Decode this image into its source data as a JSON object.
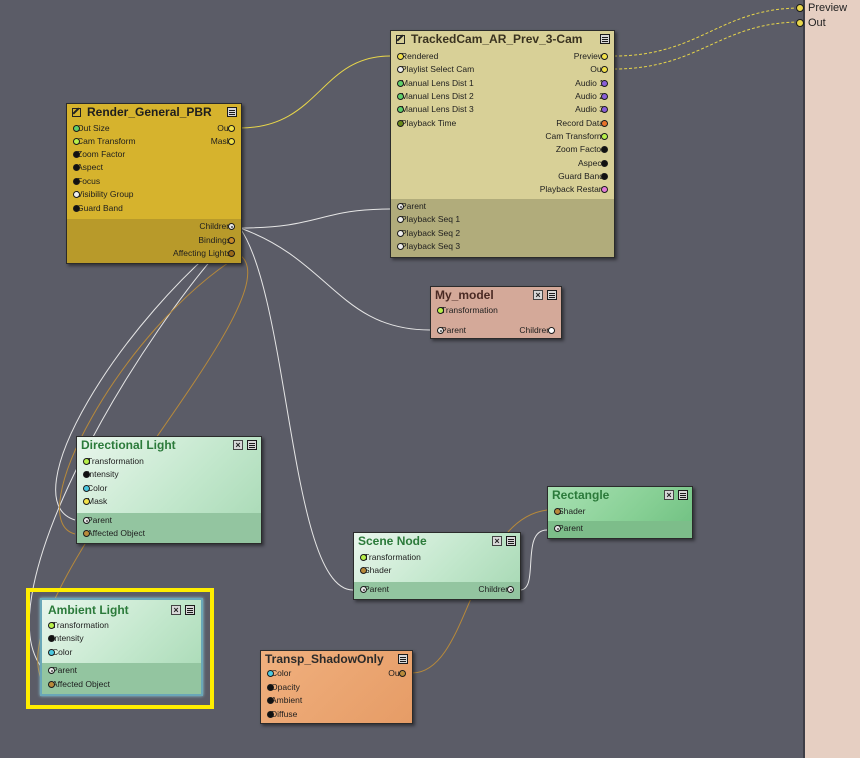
{
  "external_outputs": [
    {
      "label": "Preview"
    },
    {
      "label": "Out"
    }
  ],
  "nodes": {
    "render_general": {
      "title": "Render_General_PBR",
      "inputs": [
        "Out Size",
        "Cam Transform",
        "Zoom Factor",
        "Aspect",
        "Focus",
        "Visibility Group",
        "Guard Band"
      ],
      "outputs": [
        "Out",
        "Mask"
      ],
      "lower_outputs": [
        "Children",
        "Bindings",
        "Affecting Lights"
      ]
    },
    "tracked_cam": {
      "title": "TrackedCam_AR_Prev_3-Cam",
      "inputs": [
        "Rendered",
        "Playlist Select Cam",
        "Manual Lens Dist 1",
        "Manual Lens Dist 2",
        "Manual Lens Dist 3",
        "Playback Time"
      ],
      "outputs": [
        "Preview",
        "Out",
        "Audio 1",
        "Audio 2",
        "Audio 3",
        "Record Data",
        "Cam Transform",
        "Zoom Factor",
        "Aspect",
        "Guard Band",
        "Playback Restart"
      ],
      "lower_inputs": [
        "Parent",
        "Playback Seq 1",
        "Playback Seq 2",
        "Playback Seq 3"
      ]
    },
    "my_model": {
      "title": "My_model",
      "inputs": [
        "Transformation"
      ],
      "lower_left": "Parent",
      "lower_right": "Children"
    },
    "directional_light": {
      "title": "Directional Light",
      "inputs": [
        "Transformation",
        "Intensity",
        "Color",
        "Mask"
      ],
      "lower_inputs": [
        "Parent",
        "Affected Object"
      ]
    },
    "ambient_light": {
      "title": "Ambient Light",
      "inputs": [
        "Transformation",
        "Intensity",
        "Color"
      ],
      "lower_inputs": [
        "Parent",
        "Affected Object"
      ]
    },
    "scene_node": {
      "title": "Scene Node",
      "inputs": [
        "Transformation",
        "Shader"
      ],
      "lower_left": "Parent",
      "lower_right": "Children"
    },
    "rectangle": {
      "title": "Rectangle",
      "inputs": [
        "Shader"
      ],
      "lower_inputs": [
        "Parent"
      ]
    },
    "transp_shadow": {
      "title": "Transp_ShadowOnly",
      "inputs": [
        "Color",
        "Opacity",
        "Ambient",
        "Diffuse"
      ],
      "outputs": [
        "Out"
      ]
    }
  },
  "colors": {
    "background": "#5b5c67",
    "wire_gold": "#e8d64a",
    "wire_white": "#e6e6e6",
    "wire_brown": "#b88a3a",
    "selection": "#ffee00"
  },
  "icons": [
    "edit-icon",
    "close-icon",
    "menu-icon"
  ]
}
